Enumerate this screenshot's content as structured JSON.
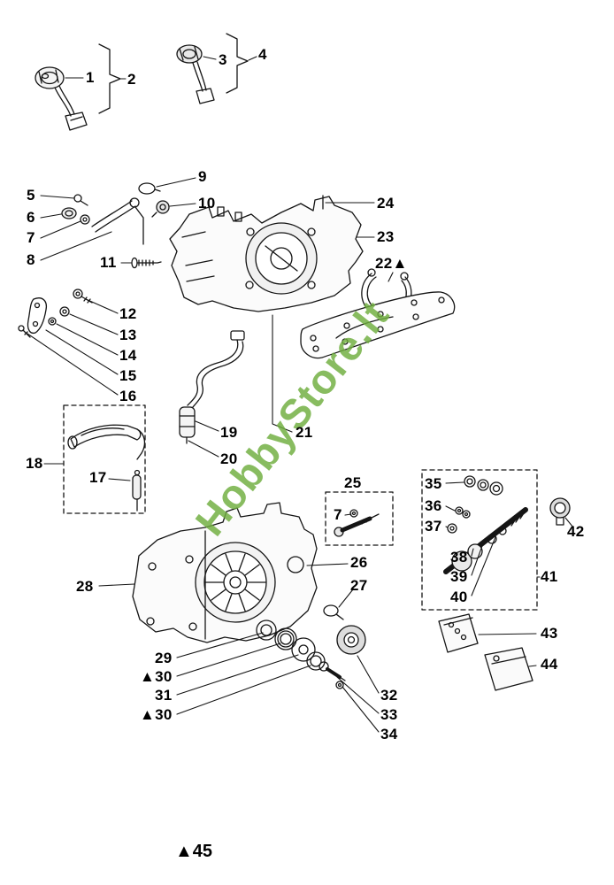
{
  "diagram": {
    "title_hint": "exploded-parts-diagram",
    "watermark": "HobbyStore.lt",
    "footer_marker": "▲45",
    "labels": {
      "n1": "1",
      "n2": "2",
      "n3": "3",
      "n4": "4",
      "n5": "5",
      "n6": "6",
      "n7": "7",
      "n7b": "7",
      "n8": "8",
      "n9": "9",
      "n10": "10",
      "n11": "11",
      "n12": "12",
      "n13": "13",
      "n14": "14",
      "n15": "15",
      "n16": "16",
      "n17": "17",
      "n18": "18",
      "n19": "19",
      "n20": "20",
      "n21": "21",
      "n22": "22▲",
      "n23": "23",
      "n24": "24",
      "n25": "25",
      "n26": "26",
      "n27": "27",
      "n28": "28",
      "n29": "29",
      "n30a": "▲30",
      "n31": "31",
      "n30b": "▲30",
      "n32": "32",
      "n33": "33",
      "n34": "34",
      "n35": "35",
      "n36": "36",
      "n37": "37",
      "n38": "38",
      "n39": "39",
      "n40": "40",
      "n41": "41",
      "n42": "42",
      "n43": "43",
      "n44": "44"
    }
  },
  "colors": {
    "watermark_green": "#6FAE3E",
    "line": "#151515",
    "background": "#FFFFFF"
  }
}
